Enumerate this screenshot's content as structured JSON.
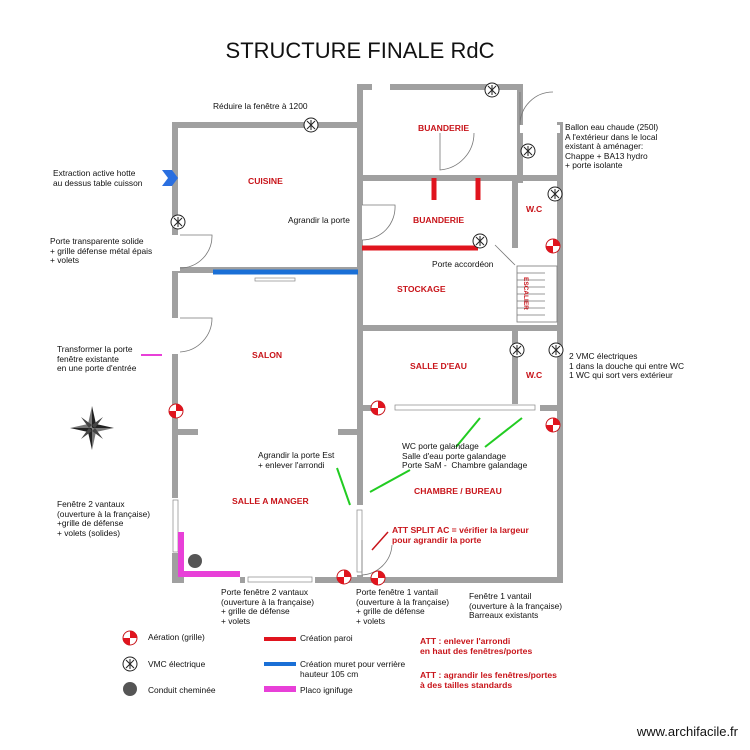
{
  "title": "STRUCTURE FINALE RdC",
  "rooms": {
    "cuisine": "CUISINE",
    "buanderie_top": "BUANDERIE",
    "buanderie_mid": "BUANDERIE",
    "wc_top": "W.C",
    "stockage": "STOCKAGE",
    "escalier": "ESCALIER",
    "salon": "SALON",
    "salle_eau": "SALLE D'EAU",
    "wc_mid": "W.C",
    "salle_manger": "SALLE A MANGER",
    "chambre": "CHAMBRE / BUREAU"
  },
  "notes": {
    "reduire": "Réduire la fenêtre à 1200",
    "ballon": "Ballon eau chaude (250l)\nA l'extérieur dans le local\nexistant à aménager:\nChappe + BA13 hydro\n+ porte isolante",
    "extraction": "Extraction active hotte\nau dessus table cuisson",
    "agrandir_porte": "Agrandir la porte",
    "porte_transparente": "Porte transparente solide\n+ grille défense métal épais\n+ volets",
    "porte_accordeon": "Porte accordéon",
    "transformer": "Transformer la porte\nfenêtre existante\nen une porte d'entrée",
    "vmc_note": "2 VMC électriques\n1 dans la douche qui entre WC\n1 WC qui sort vers extérieur",
    "galandage": "WC porte galandage\nSalle d'eau porte galandage\nPorte SaM -  Chambre galandage",
    "agrandir_est": "Agrandir la porte Est\n+ enlever l'arrondi",
    "fenetre_2v_left": "Fenêtre 2 vantaux\n(ouverture à la française)\n+grille de défense\n+ volets (solides)",
    "porte_fenetre_2v": "Porte fenêtre 2 vantaux\n(ouverture à la française)\n+ grille de défense\n+ volets",
    "porte_fenetre_1v": "Porte fenêtre 1 vantail\n(ouverture à la française)\n+ grille de défense\n+ volets",
    "fenetre_1v": "Fenêtre 1 vantail\n(ouverture à la française)\nBarreaux existants"
  },
  "red_notes": {
    "split": "ATT SPLIT AC = vérifier la largeur\npour agrandir la porte",
    "arrondi": "ATT : enlever l'arrondi\nen haut des fenêtres/portes",
    "standards": "ATT : agrandir les fenêtres/portes\nà des tailles standards"
  },
  "legend": {
    "aeration": "Aération (grille)",
    "vmc": "VMC électrique",
    "cheminee": "Conduit cheminée",
    "paroi": "Création paroi",
    "muret": "Création muret pour verrière\nhauteur 105 cm",
    "placo": "Placo ignifuge"
  },
  "colors": {
    "wall": "#a0a0a0",
    "paroi": "#e0141e",
    "muret": "#1a6fd6",
    "placo": "#e840d8",
    "annotation_line": "#22cc22",
    "room_label": "#c8141a",
    "extraction": "#2a6fe0"
  },
  "credit": "www.archifacile.fr"
}
